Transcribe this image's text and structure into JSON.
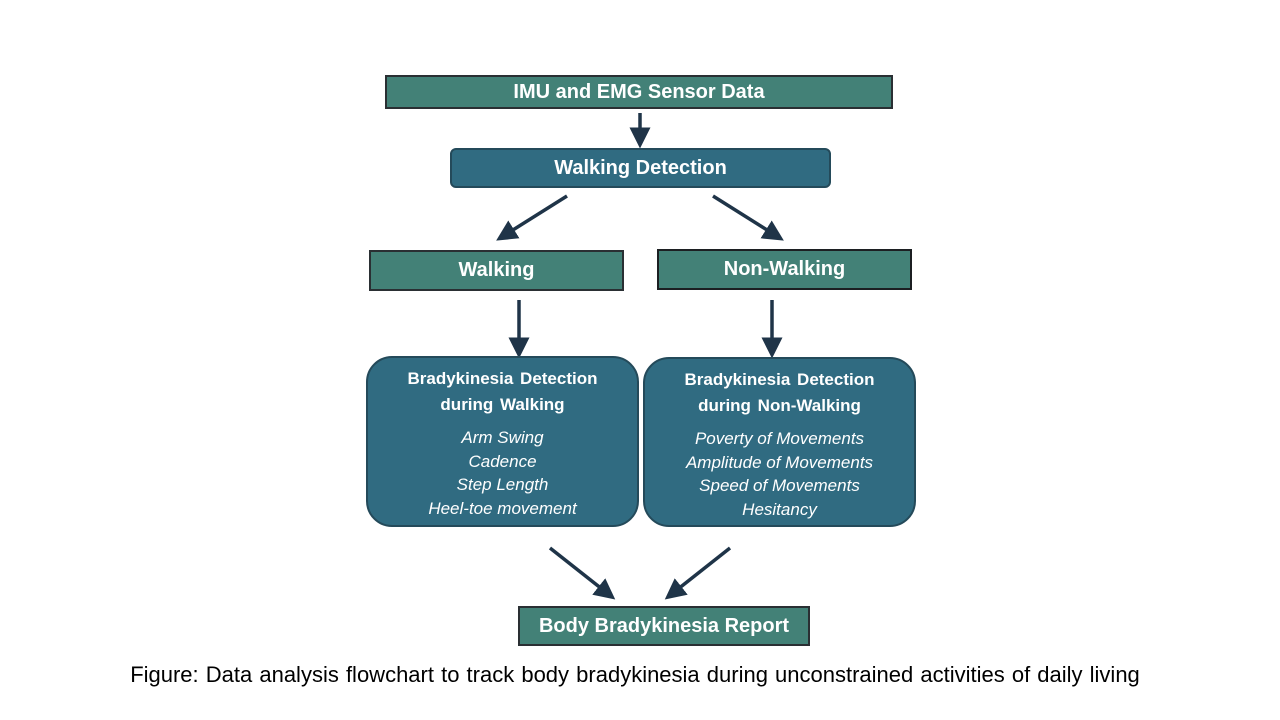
{
  "nodes": {
    "sensor": "IMU and EMG Sensor Data",
    "walking_detection": "Walking Detection",
    "walking": "Walking",
    "non_walking": "Non-Walking",
    "brady_walking": {
      "title_line1": "Bradykinesia  Detection",
      "title_line2": "during  Walking",
      "items": [
        "Arm Swing",
        "Cadence",
        "Step Length",
        "Heel-toe movement"
      ]
    },
    "brady_non_walking": {
      "title_line1": "Bradykinesia  Detection",
      "title_line2": "during  Non-Walking",
      "items": [
        "Poverty of Movements",
        "Amplitude of Movements",
        "Speed of Movements",
        "Hesitancy"
      ]
    },
    "report": "Body Bradykinesia Report"
  },
  "caption": "Figure: Data analysis flowchart to track body bradykinesia during unconstrained activities of daily living",
  "colors": {
    "green_box": "#438177",
    "blue_box": "#306b81",
    "arrow": "#1f3448"
  }
}
